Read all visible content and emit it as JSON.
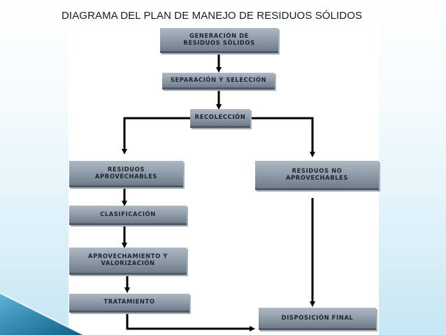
{
  "slide": {
    "title": "DIAGRAMA DEL PLAN DE MANEJO DE RESIDUOS SÓLIDOS"
  },
  "diagram": {
    "nodes": {
      "generacion": "GENERACIÓN DE RESIDUOS SÓLIDOS",
      "separacion": "SEPARACIÓN Y SELECCIÓN",
      "recoleccion": "RECOLECCIÓN",
      "aprovechables": "RESIDUOS APROVECHABLES",
      "no_aprovechables": "RESIDUOS NO APROVECHABLES",
      "clasificacion": "CLASIFICACIÓN",
      "aprovechamiento": "APROVECHAMIENTO Y VALORIZACIÓN",
      "tratamiento": "TRATAMIENTO",
      "disposicion": "DISPOSICIÓN FINAL"
    },
    "edges": [
      {
        "from": "generacion",
        "to": "separacion"
      },
      {
        "from": "separacion",
        "to": "recoleccion"
      },
      {
        "from": "recoleccion",
        "to": "aprovechables"
      },
      {
        "from": "recoleccion",
        "to": "no_aprovechables"
      },
      {
        "from": "aprovechables",
        "to": "clasificacion"
      },
      {
        "from": "clasificacion",
        "to": "aprovechamiento"
      },
      {
        "from": "aprovechamiento",
        "to": "tratamiento"
      },
      {
        "from": "tratamiento",
        "to": "disposicion"
      },
      {
        "from": "no_aprovechables",
        "to": "disposicion"
      }
    ]
  },
  "colors": {
    "node_fill": "#8c99a6",
    "node_text": "#1c2630",
    "arrow": "#000000",
    "background_accent": "#1f7fa6"
  }
}
